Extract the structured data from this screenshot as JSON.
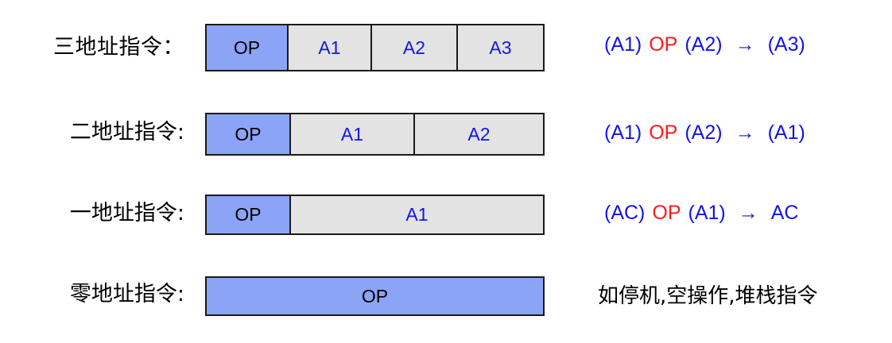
{
  "colors": {
    "opcode_fill": "#8CA4F5",
    "operand_fill": "#E3E3E3",
    "border": "#1A1A1A",
    "operand_text": "#1414E6",
    "op_highlight": "#FF1A1A",
    "label_text": "#000000"
  },
  "rows": [
    {
      "label": "三地址指令：",
      "cells": [
        {
          "text": "OP",
          "type": "opcode"
        },
        {
          "text": "A1",
          "type": "operand"
        },
        {
          "text": "A2",
          "type": "operand"
        },
        {
          "text": "A3",
          "type": "operand"
        }
      ],
      "expression": {
        "src1": "(A1)",
        "op": "OP",
        "src2": "(A2)",
        "arrow": "→",
        "dest": "(A3)"
      }
    },
    {
      "label": "二地址指令:",
      "cells": [
        {
          "text": "OP",
          "type": "opcode"
        },
        {
          "text": "A1",
          "type": "operand"
        },
        {
          "text": "A2",
          "type": "operand"
        }
      ],
      "expression": {
        "src1": "(A1)",
        "op": "OP",
        "src2": "(A2)",
        "arrow": "→",
        "dest": "(A1)"
      }
    },
    {
      "label": "一地址指令:",
      "cells": [
        {
          "text": "OP",
          "type": "opcode"
        },
        {
          "text": "A1",
          "type": "operand"
        }
      ],
      "expression": {
        "src1": "(AC)",
        "op": "OP",
        "src2": "(A1)",
        "arrow": "→",
        "dest": "AC"
      }
    },
    {
      "label": "零地址指令:",
      "cells": [
        {
          "text": "OP",
          "type": "opcode"
        }
      ],
      "note": "如停机,空操作,堆栈指令"
    }
  ]
}
